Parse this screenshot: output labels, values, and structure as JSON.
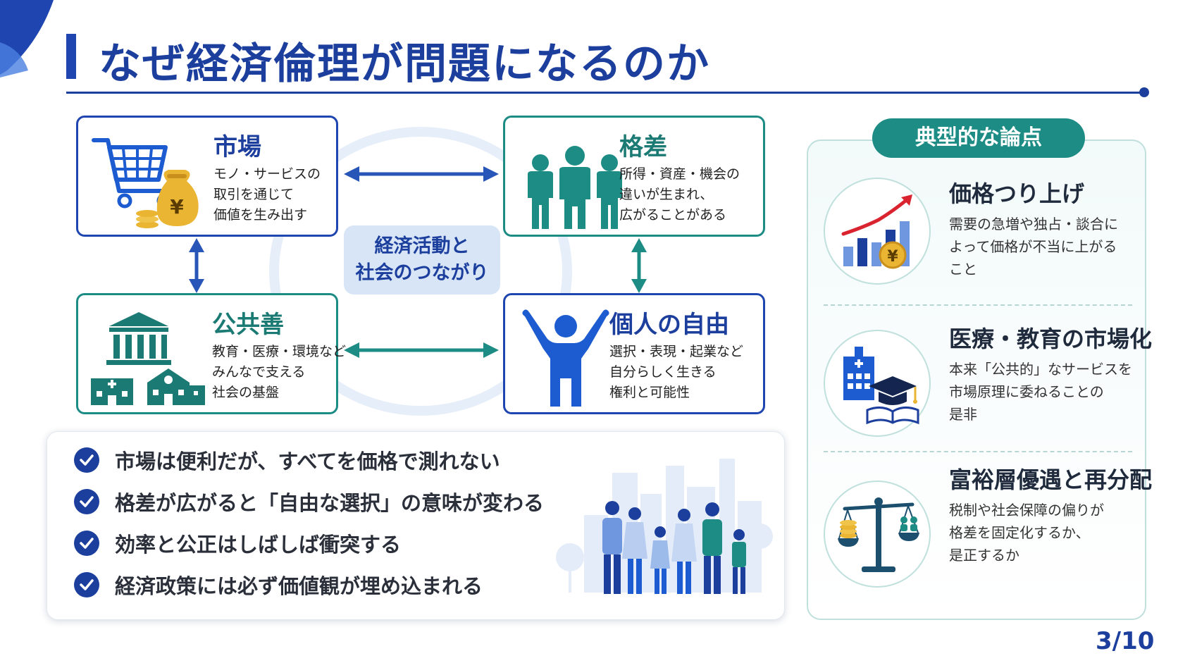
{
  "title": "なぜ経済倫理が問題になるのか",
  "cards": {
    "market": {
      "title": "市場",
      "desc": [
        "モノ・サービスの",
        "取引を通じて",
        "価値を生み出す"
      ]
    },
    "inequality": {
      "title": "格差",
      "desc": [
        "所得・資産・機会の",
        "違いが生まれ、",
        "広がることがある"
      ]
    },
    "public_good": {
      "title": "公共善",
      "desc": [
        "教育・医療・環境など",
        "みんなで支える",
        "社会の基盤"
      ]
    },
    "freedom": {
      "title": "個人の自由",
      "desc": [
        "選択・表現・起業など",
        "自分らしく生きる",
        "権利と可能性"
      ]
    }
  },
  "center": {
    "line1": "経済活動と",
    "line2": "社会のつながり"
  },
  "checks": [
    "市場は便利だが、すべてを価格で測れない",
    "格差が広がると「自由な選択」の意味が変わる",
    "効率と公正はしばしば衝突する",
    "経済政策には必ず価値観が埋め込まれる"
  ],
  "panel": {
    "tab": "典型的な論点",
    "issues": [
      {
        "title": "価格つり上げ",
        "desc": [
          "需要の急増や独占・談合に",
          "よって価格が不当に上がる",
          "こと"
        ],
        "icon": "rising-price-chart-icon"
      },
      {
        "title": "医療・教育の市場化",
        "desc": [
          "本来「公共的」なサービスを",
          "市場原理に委ねることの",
          "是非"
        ],
        "icon": "hospital-graduation-icon"
      },
      {
        "title": "富裕層優遇と再分配",
        "desc": [
          "税制や社会保障の偏りが",
          "格差を固定化するか、",
          "是正するか"
        ],
        "icon": "balance-scale-icon"
      }
    ]
  },
  "page": "3/10",
  "colors": {
    "navy": "#1c3f9e",
    "teal": "#1c8c84",
    "gold": "#e9b533"
  },
  "icon_labels": {
    "yen": "¥"
  }
}
